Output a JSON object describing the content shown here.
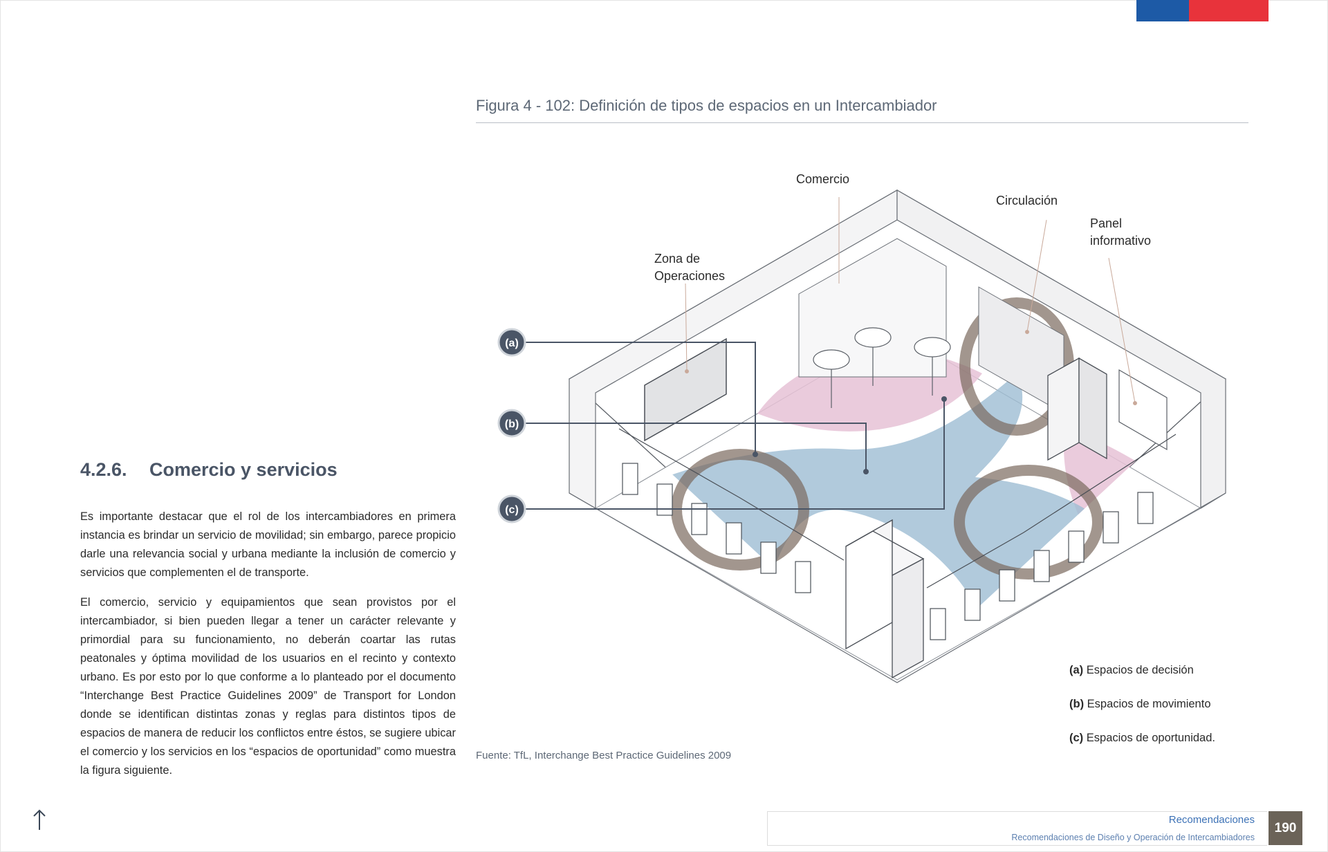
{
  "section": {
    "number": "4.2.6.",
    "title": "Comercio y servicios"
  },
  "body": {
    "paragraph1": "Es importante destacar que el rol de los intercambiadores en primera instancia es brindar un servicio de movilidad; sin embargo, parece propicio darle una relevancia social y urbana mediante la inclusión de comercio y servicios que complementen el de transporte.",
    "paragraph2": "El comercio, servicio y equipamientos que sean provistos por el intercambiador, si bien pueden llegar a tener un carácter relevante y primordial para su funcionamiento, no deberán coartar las rutas peatonales y óptima movilidad de los usuarios en el recinto y contexto urbano. Es por esto por lo que conforme a lo planteado por el documento “Interchange Best Practice Guidelines 2009” de Transport for London donde se identifican distintas zonas y reglas para distintos tipos de espacios de manera de reducir los conflictos entre éstos, se sugiere ubicar el comercio y los servicios en los “espacios de oportunidad” como muestra la figura siguiente."
  },
  "figure": {
    "title": "Figura 4 - 102: Definición de tipos de espacios en un Intercambiador",
    "labels": {
      "comercio": "Comercio",
      "circulacion": "Circulación",
      "panel_line1": "Panel",
      "panel_line2": "informativo",
      "zona_line1": "Zona de",
      "zona_line2": "Operaciones"
    },
    "markers": {
      "a": "(a)",
      "b": "(b)",
      "c": "(c)"
    },
    "legend": [
      {
        "key": "(a)",
        "text": " Espacios de decisión"
      },
      {
        "key": "(b)",
        "text": " Espacios de movimiento"
      },
      {
        "key": "(c)",
        "text": " Espacios de oportunidad."
      }
    ],
    "source": "Fuente: TfL, Interchange Best Practice Guidelines 2009"
  },
  "footer": {
    "title": "Recomendaciones",
    "subtitle": "Recomendaciones de Diseño y Operación de Intercambiadores",
    "page_number": "190"
  },
  "colors": {
    "flag_blue": "#1d5aa6",
    "flag_red": "#e8333b",
    "heading": "#4a5566",
    "movement_zone": "#9dbdd3",
    "opportunity_zone": "#e6c2d6",
    "decision_ring": "#7a6a5e",
    "marker": "#4a5566"
  },
  "icons": {
    "back_to_top": "arrow-up-icon"
  }
}
